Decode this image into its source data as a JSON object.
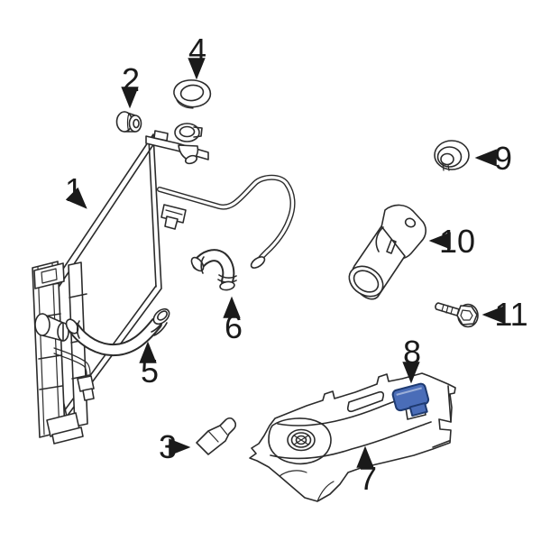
{
  "figure": {
    "background_color": "#ffffff",
    "line_color": "#2b2b2b",
    "label_color": "#1a1a1a",
    "highlight_fill": "#4a6db8",
    "highlight_stroke": "#1e3a70",
    "highlighted_callout": "8",
    "callouts": [
      {
        "label": "1"
      },
      {
        "label": "2"
      },
      {
        "label": "3"
      },
      {
        "label": "4"
      },
      {
        "label": "5"
      },
      {
        "label": "6"
      },
      {
        "label": "7"
      },
      {
        "label": "8"
      },
      {
        "label": "9"
      },
      {
        "label": "10"
      },
      {
        "label": "11"
      }
    ]
  }
}
